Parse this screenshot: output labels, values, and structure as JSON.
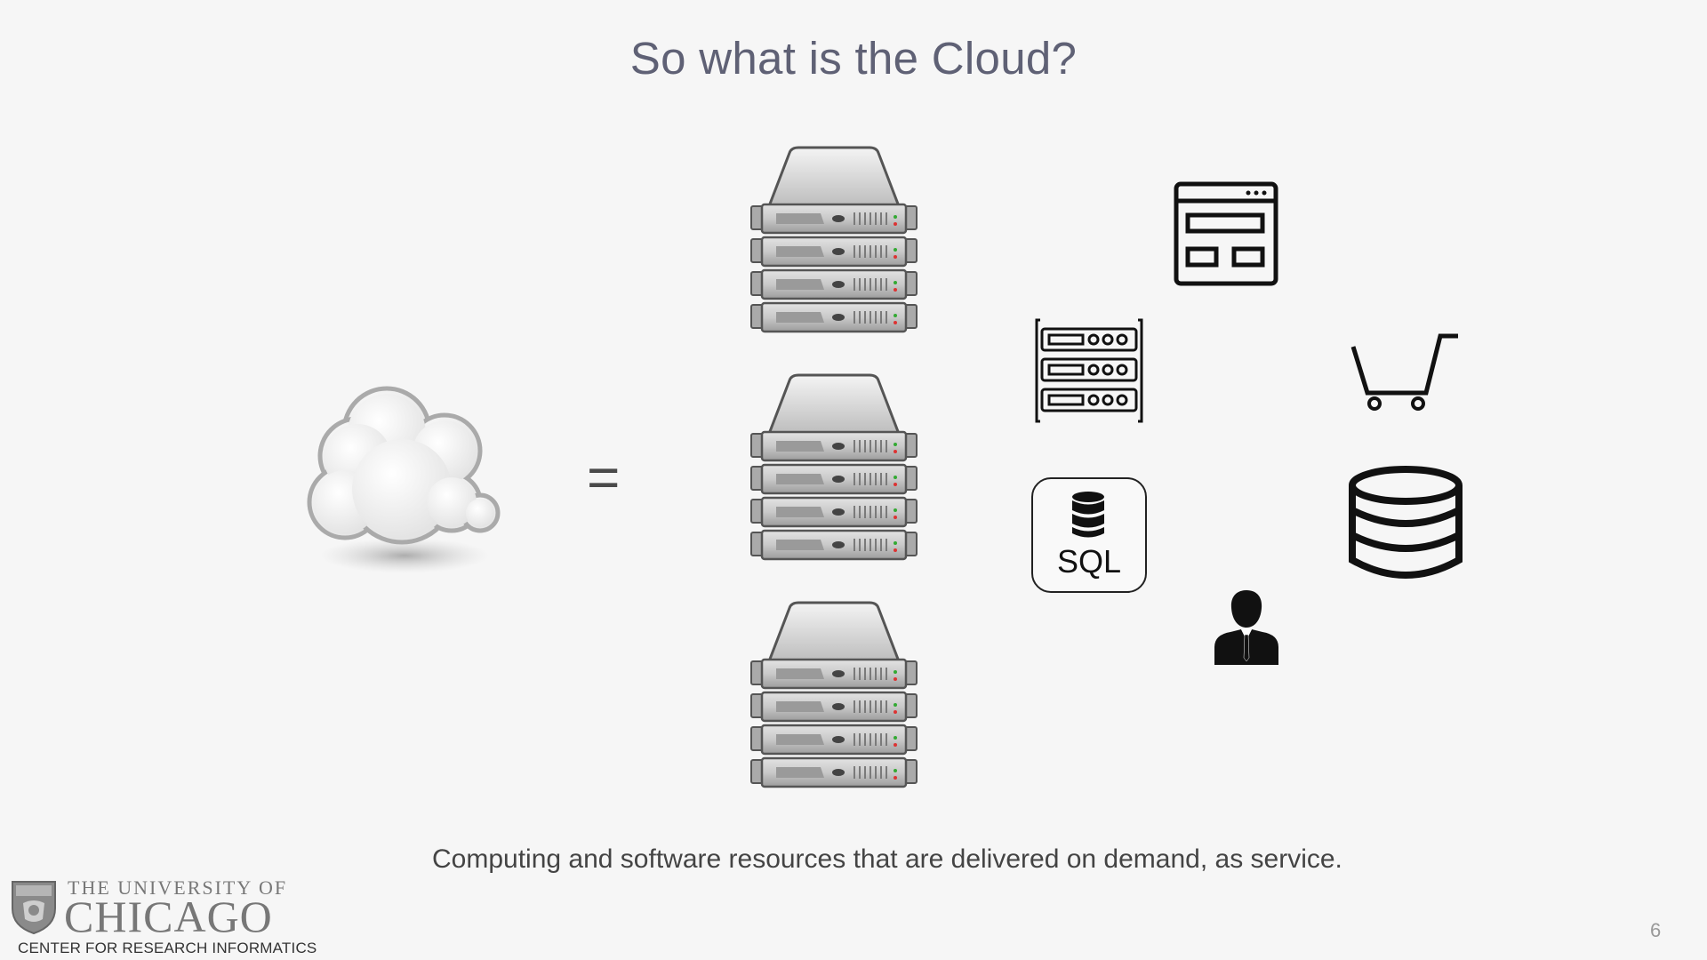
{
  "slide": {
    "title": "So what is the Cloud?",
    "equals_sign": "=",
    "caption": "Computing and software resources that are delivered on demand, as service.",
    "page_number": "6",
    "sql_label": "SQL"
  },
  "logo": {
    "line1": "THE UNIVERSITY OF",
    "line2": "CHICAGO",
    "line3": "CENTER FOR RESEARCH INFORMATICS"
  },
  "icons": [
    "cloud-icon",
    "server-stack-icon",
    "web-window-icon",
    "server-rack-icon",
    "shopping-cart-icon",
    "sql-database-icon",
    "database-icon",
    "user-icon",
    "university-shield-icon"
  ]
}
